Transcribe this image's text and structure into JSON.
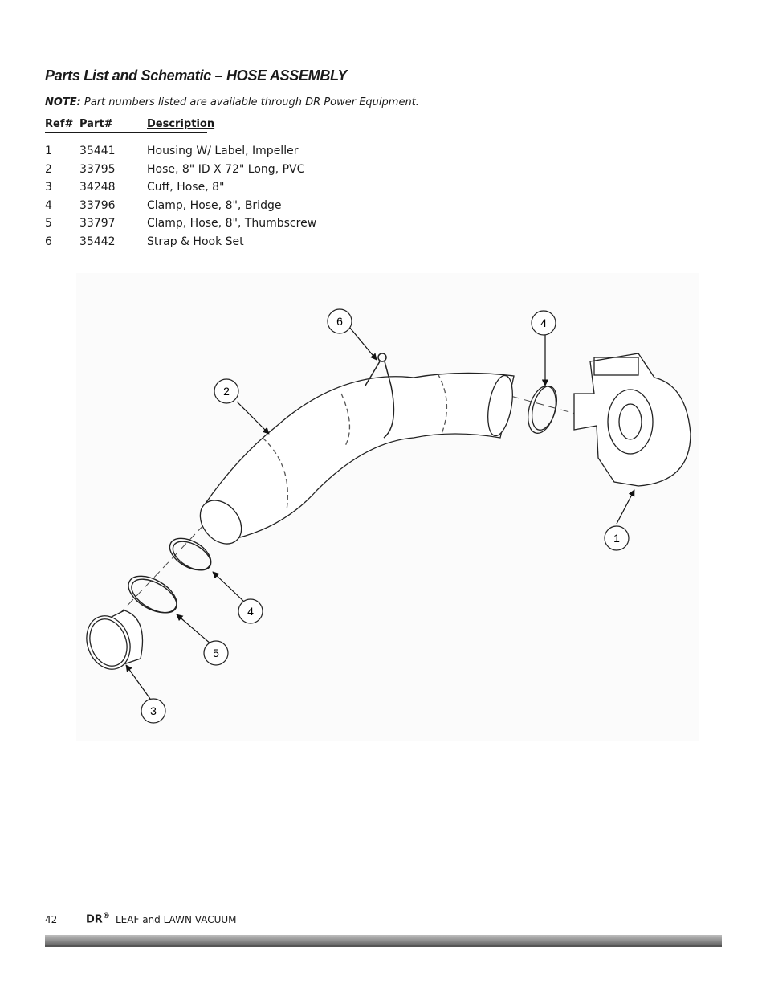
{
  "title": "Parts List and Schematic – HOSE ASSEMBLY",
  "note": {
    "label": "NOTE:",
    "text": "Part numbers listed are available through DR Power Equipment."
  },
  "table": {
    "headers": {
      "ref": "Ref#",
      "part": "Part#",
      "description": "Description"
    },
    "rows": [
      {
        "ref": "1",
        "part": "35441",
        "description": "Housing W/ Label, Impeller"
      },
      {
        "ref": "2",
        "part": "33795",
        "description": "Hose, 8\" ID X 72\" Long, PVC"
      },
      {
        "ref": "3",
        "part": "34248",
        "description": "Cuff, Hose, 8\""
      },
      {
        "ref": "4",
        "part": "33796",
        "description": "Clamp, Hose, 8\", Bridge"
      },
      {
        "ref": "5",
        "part": "33797",
        "description": "Clamp, Hose, 8\", Thumbscrew"
      },
      {
        "ref": "6",
        "part": "35442",
        "description": "Strap & Hook Set"
      }
    ]
  },
  "diagram": {
    "callouts": [
      "6",
      "4",
      "2",
      "1",
      "4",
      "5",
      "3"
    ]
  },
  "footer": {
    "page_number": "42",
    "brand": "DR",
    "registered": "®",
    "product": "LEAF and LAWN VACUUM"
  }
}
